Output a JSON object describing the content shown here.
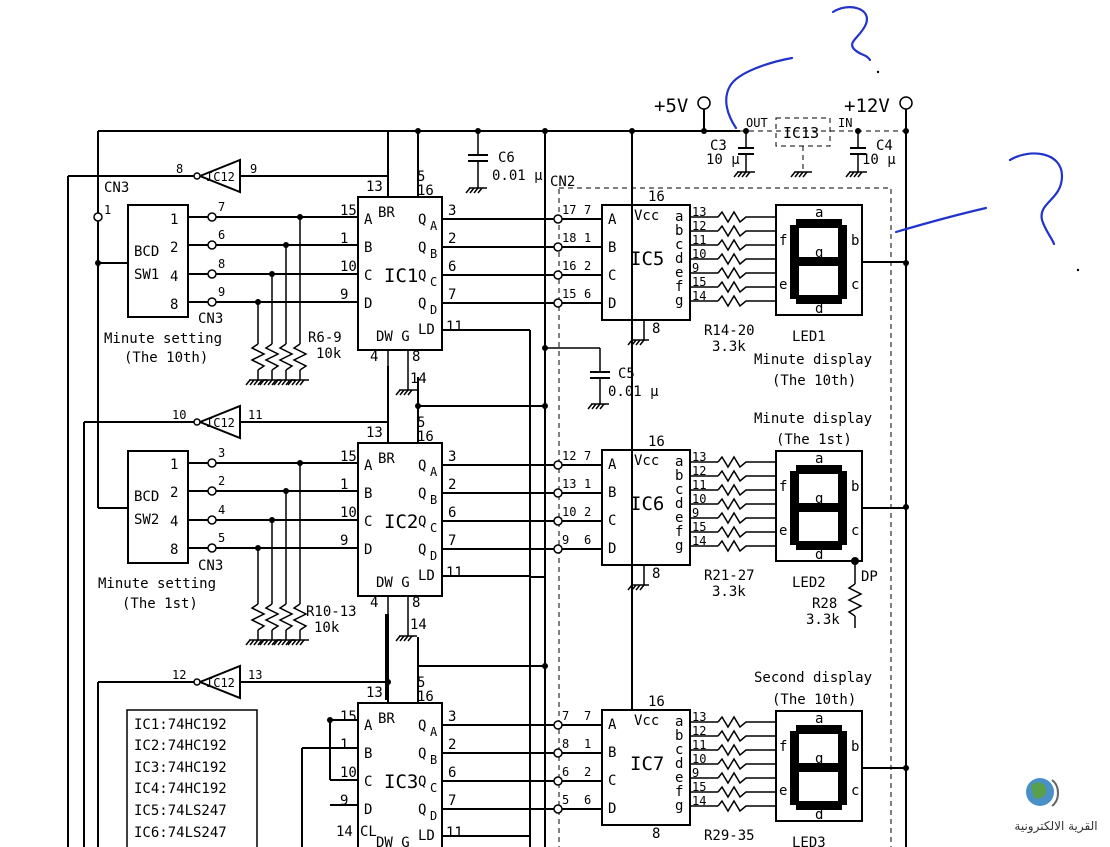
{
  "power": {
    "v5": "+5V",
    "v12": "+12V"
  },
  "regulator": {
    "name": "IC13",
    "out": "OUT",
    "in": "IN"
  },
  "caps": {
    "c3": {
      "name": "C3",
      "value": "10 μ"
    },
    "c4": {
      "name": "C4",
      "value": "10 μ"
    },
    "c6": {
      "name": "C6",
      "value": "0.01 μ"
    },
    "c5": {
      "name": "C5",
      "value": "0.01 μ"
    }
  },
  "connectors": {
    "cn2": "CN2",
    "cn3": "CN3"
  },
  "inverters": [
    {
      "name": "IC12",
      "pin_in": "8",
      "pin_out": "9"
    },
    {
      "name": "IC12",
      "pin_in": "10",
      "pin_out": "11"
    },
    {
      "name": "IC12",
      "pin_in": "12",
      "pin_out": "13"
    }
  ],
  "switches": [
    {
      "name": "SW1",
      "type": "BCD",
      "caption1": "Minute setting",
      "caption2": "(The 10th)"
    },
    {
      "name": "SW2",
      "type": "BCD",
      "caption1": "Minute setting",
      "caption2": "(The 1st)"
    }
  ],
  "switch_pins": [
    "1",
    "2",
    "4",
    "8"
  ],
  "resistor_groups": [
    {
      "name": "R6-9",
      "value": "10k"
    },
    {
      "name": "R10-13",
      "value": "10k"
    }
  ],
  "counters": [
    {
      "name": "IC1"
    },
    {
      "name": "IC2"
    },
    {
      "name": "IC3"
    }
  ],
  "counter_labels": {
    "a": "A",
    "b": "B",
    "c": "C",
    "d": "D",
    "br": "BR",
    "qa": "Q",
    "qb": "Q",
    "qc": "Q",
    "qd": "Q",
    "sa": "A",
    "sb": "B",
    "sc": "C",
    "sd": "D",
    "ld": "LD",
    "dwg": "DW G",
    "cl": "CL"
  },
  "decoders": [
    {
      "name": "IC5",
      "res": "R14-20",
      "res_val": "3.3k"
    },
    {
      "name": "IC6",
      "res": "R21-27",
      "res_val": "3.3k"
    },
    {
      "name": "IC7",
      "res": "R29-35",
      "res_val": ""
    }
  ],
  "decoder_labels": {
    "vcc": "Vcc",
    "a": "A",
    "b": "B",
    "c": "C",
    "d": "D",
    "outs": [
      "a",
      "b",
      "c",
      "d",
      "e",
      "f",
      "g"
    ]
  },
  "displays": [
    {
      "name": "LED1",
      "title1": "Minute display",
      "title2": "(The 10th)"
    },
    {
      "name": "LED2",
      "title1": "Minute display",
      "title2": "(The 1st)"
    },
    {
      "name": "LED3",
      "title1": "Second display",
      "title2": "(The 10th)"
    }
  ],
  "segment_letters": {
    "a": "a",
    "b": "b",
    "c": "c",
    "d": "d",
    "e": "e",
    "f": "f",
    "g": "g"
  },
  "dp": {
    "label": "DP",
    "res": "R28",
    "value": "3.3k"
  },
  "ic_list": [
    "IC1:74HC192",
    "IC2:74HC192",
    "IC3:74HC192",
    "IC4:74HC192",
    "IC5:74LS247",
    "IC6:74LS247"
  ],
  "handwriting": {
    "q1": "?",
    "q2": "?"
  },
  "watermark": {
    "text": "القرية الالكترونية"
  }
}
